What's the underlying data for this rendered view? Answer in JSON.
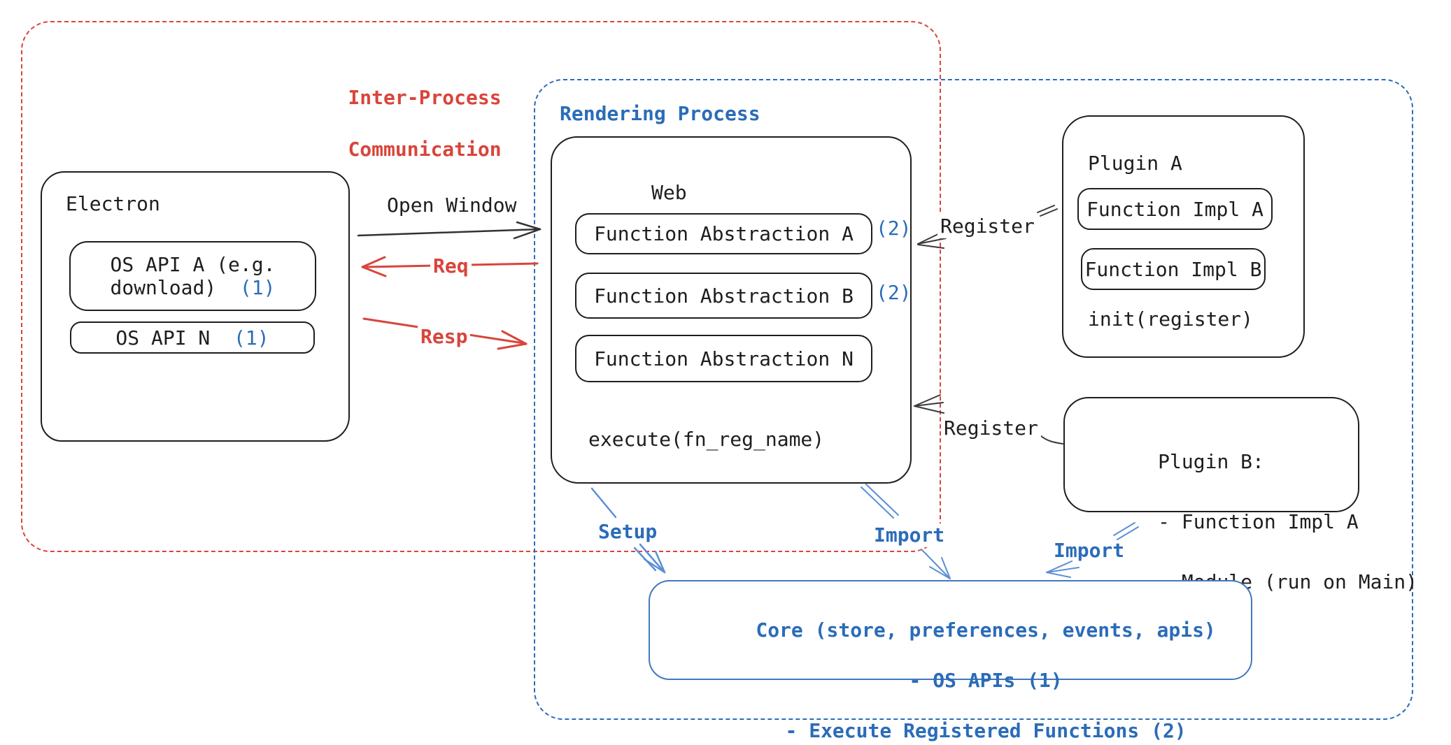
{
  "colors": {
    "ink": "#1e1e1e",
    "red": "#d9453b",
    "blue": "#2b6cb8",
    "arrow_blue": "#5b8fd4",
    "core_border": "#4178c0"
  },
  "groups": {
    "ipc": {
      "label_line1": "Inter-Process",
      "label_line2": "Communication"
    },
    "rendering": {
      "label": "Rendering Process"
    }
  },
  "electron": {
    "title": "Electron",
    "os_api_a": {
      "line1": "OS API A (e.g.",
      "line2": "download)",
      "ref": "(1)"
    },
    "os_api_n": {
      "label": "OS API N",
      "ref": "(1)"
    }
  },
  "web": {
    "title": "Web",
    "fn_a": {
      "label": "Function Abstraction A",
      "ref": "(2)"
    },
    "fn_b": {
      "label": "Function Abstraction B",
      "ref": "(2)"
    },
    "fn_n": {
      "label": "Function Abstraction N"
    },
    "execute": "execute(fn_reg_name)"
  },
  "plugin_a": {
    "title": "Plugin A",
    "impl_a": "Function Impl A",
    "impl_b": "Function Impl B",
    "init": "init(register)"
  },
  "plugin_b": {
    "title": "Plugin B:",
    "item1": "- Function Impl A",
    "item2": "- Module (run on Main)"
  },
  "core": {
    "line1": "Core (store, preferences, events, apis)",
    "line2": "- OS APIs (1)",
    "line3": "- Execute Registered Functions (2)"
  },
  "arrows": {
    "open_window": "Open Window",
    "req": "Req",
    "resp": "Resp",
    "register_a": "Register",
    "register_b": "Register",
    "setup": "Setup",
    "import_web": "Import",
    "import_plugin_b": "Import"
  }
}
